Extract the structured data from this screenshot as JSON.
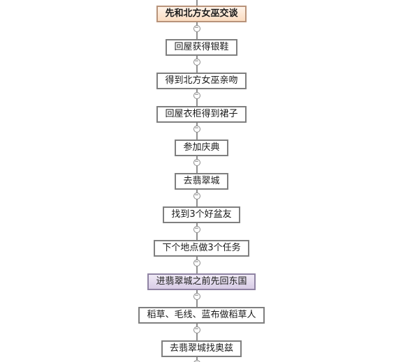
{
  "flowchart": {
    "toggle_symbol": "−",
    "nodes": [
      {
        "label": "先和北方女巫交谈",
        "style": "orange",
        "bold": true
      },
      {
        "label": "回屋获得银鞋",
        "style": "plain",
        "bold": false
      },
      {
        "label": "得到北方女巫亲吻",
        "style": "plain",
        "bold": false
      },
      {
        "label": "回屋衣柜得到裙子",
        "style": "plain",
        "bold": false
      },
      {
        "label": "参加庆典",
        "style": "plain",
        "bold": false
      },
      {
        "label": "去翡翠城",
        "style": "plain",
        "bold": false
      },
      {
        "label": "找到3个好盆友",
        "style": "plain",
        "bold": false
      },
      {
        "label": "下个地点做3个任务",
        "style": "plain",
        "bold": false
      },
      {
        "label": "进翡翠城之前先回东国",
        "style": "purple",
        "bold": false
      },
      {
        "label": "稻草、毛线、蓝布做稻草人",
        "style": "plain",
        "bold": false
      },
      {
        "label": "去翡翠城找奥兹",
        "style": "plain",
        "bold": false
      }
    ]
  }
}
